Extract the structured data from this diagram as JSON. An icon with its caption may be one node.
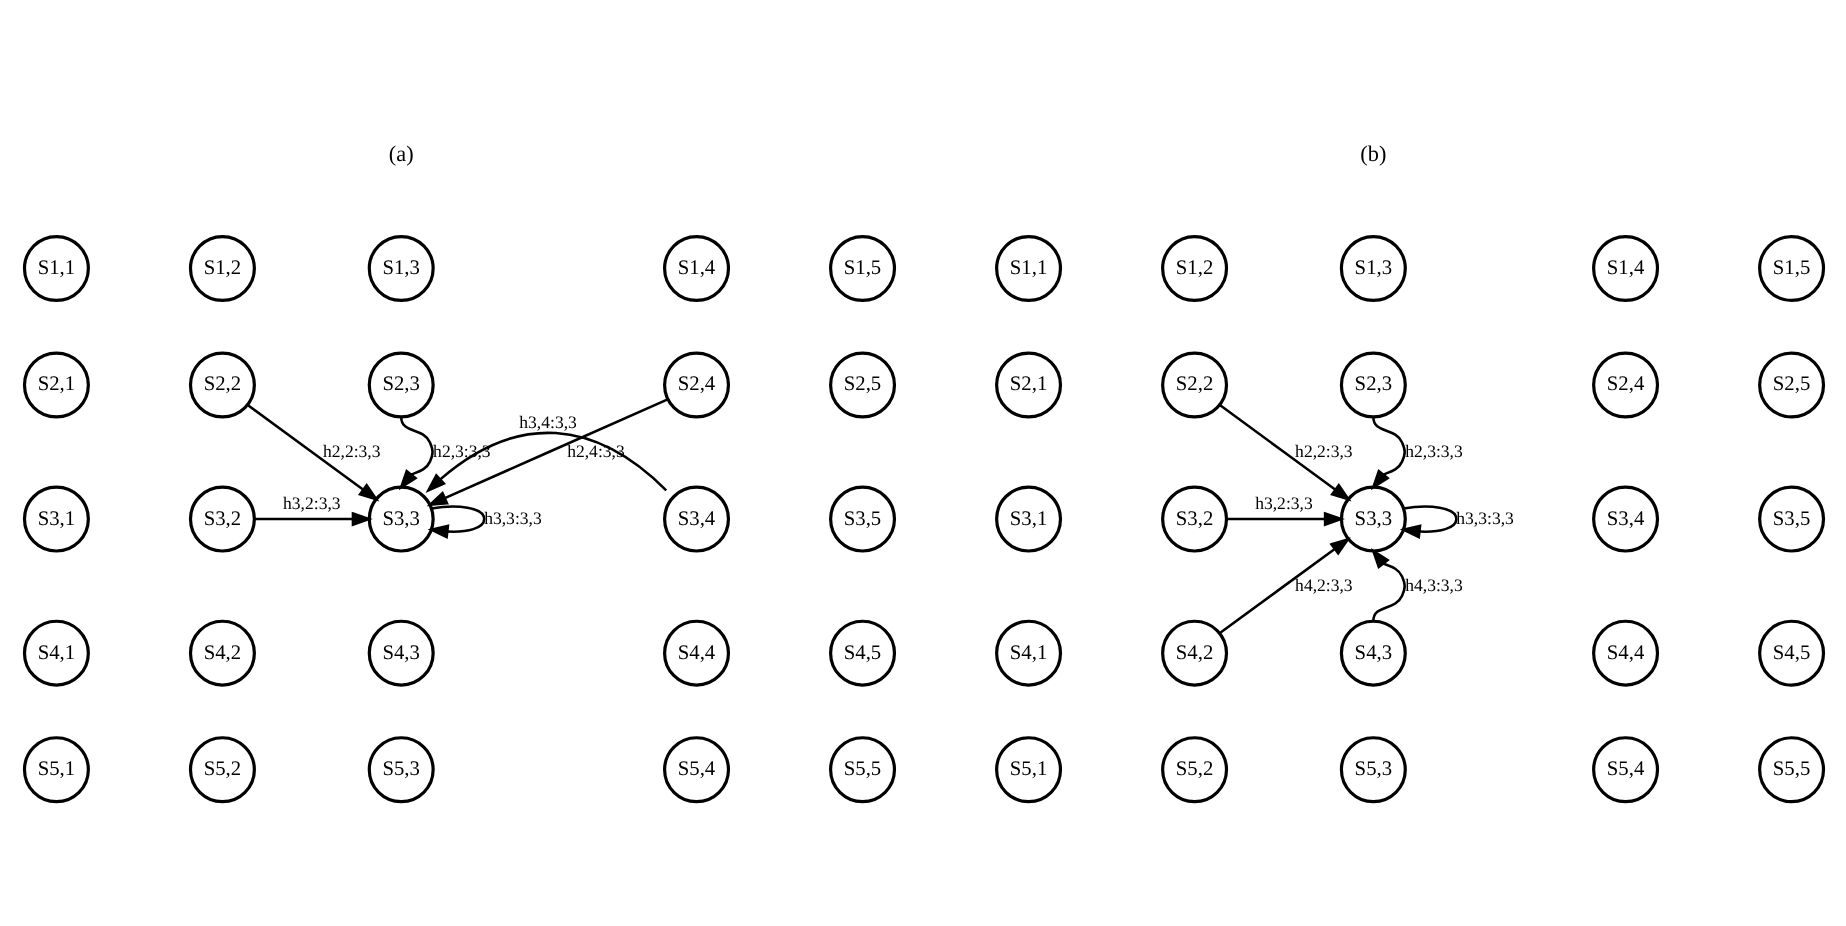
{
  "diagram": {
    "nodes": [
      {
        "text": [
          "S1,1"
        ]
      },
      {
        "text": [
          "S1,2"
        ]
      },
      {
        "text": [
          "S1,3"
        ]
      },
      {
        "text": [
          "S1,4"
        ]
      },
      {
        "text": [
          "S1,5"
        ]
      },
      {
        "text": [
          "S2,1"
        ]
      },
      {
        "text": [
          "S2,2"
        ]
      },
      {
        "text": [
          "S2,3"
        ]
      },
      {
        "text": [
          "S2,4"
        ]
      },
      {
        "text": [
          "S2,5"
        ]
      },
      {
        "text": [
          "S3,1"
        ]
      },
      {
        "text": [
          "S3,2"
        ]
      },
      {
        "text": [
          "S3,3"
        ]
      },
      {
        "text": [
          "S3,4"
        ]
      },
      {
        "text": [
          "S3,5"
        ]
      },
      {
        "text": [
          "S4,1"
        ]
      },
      {
        "text": [
          "S4,2"
        ]
      },
      {
        "text": [
          "S4,3"
        ]
      },
      {
        "text": [
          "S4,4"
        ]
      },
      {
        "text": [
          "S4,5"
        ]
      },
      {
        "text": [
          "S5,1"
        ]
      },
      {
        "text": [
          "S5,2"
        ]
      },
      {
        "text": [
          "S5,3"
        ]
      },
      {
        "text": [
          "S5,4"
        ]
      },
      {
        "text": [
          "S5,5"
        ]
      },
      {
        "text": [
          "S1,1"
        ]
      },
      {
        "text": [
          "S1,2"
        ]
      },
      {
        "text": [
          "S1,3"
        ]
      },
      {
        "text": [
          "S1,4"
        ]
      },
      {
        "text": [
          "S1,5"
        ]
      },
      {
        "text": [
          "S2,1"
        ]
      },
      {
        "text": [
          "S2,2"
        ]
      },
      {
        "text": [
          "S2,3"
        ]
      },
      {
        "text": [
          "S2,4"
        ]
      },
      {
        "text": [
          "S2,5"
        ]
      },
      {
        "text": [
          "S3,1"
        ]
      },
      {
        "text": [
          "S3,2"
        ]
      },
      {
        "text": [
          "S3,3"
        ]
      },
      {
        "text": [
          "S3,4"
        ]
      },
      {
        "text": [
          "S3,5"
        ]
      },
      {
        "text": [
          "S4,1"
        ]
      },
      {
        "text": [
          "S4,2"
        ]
      },
      {
        "text": [
          "S4,3"
        ]
      },
      {
        "text": [
          "S4,4"
        ]
      },
      {
        "text": [
          "S4,5"
        ]
      },
      {
        "text": [
          "S5,1"
        ]
      },
      {
        "text": [
          "S5,2"
        ]
      },
      {
        "text": [
          "S5,3"
        ]
      },
      {
        "text": [
          "S5,4"
        ]
      },
      {
        "text": [
          "S5,5"
        ]
      }
    ],
    "edges": [
      {
        "from": 6,
        "to": 12,
        "arrow": "to",
        "label": "h2,2:3,3"
      },
      {
        "from": 7,
        "to": 12,
        "arrow": "to",
        "label": "h2,3:3,3"
      },
      {
        "from": 8,
        "to": 12,
        "arrow": "to",
        "label": "h2,4:3,3"
      },
      {
        "from": 11,
        "to": 12,
        "arrow": "to",
        "label": "h3,2:3,3"
      },
      {
        "from": 13,
        "to": 12,
        "arrow": "to",
        "label": "h3,4:3,3"
      },
      {
        "from": 12,
        "to": 12,
        "arrow": "to",
        "label": "h3,3:3,3"
      },
      {
        "from": 31,
        "to": 37,
        "arrow": "to",
        "label": "h2,2:3,3"
      },
      {
        "from": 32,
        "to": 37,
        "arrow": "to",
        "label": "h2,3:3,3"
      },
      {
        "from": 36,
        "to": 37,
        "arrow": "to",
        "label": "h3,2:3,3"
      },
      {
        "from": 37,
        "to": 37,
        "arrow": "to",
        "label": "h3,3:3,3"
      },
      {
        "from": 41,
        "to": 37,
        "arrow": "to",
        "label": "h4,2:3,3"
      },
      {
        "from": 42,
        "to": 37,
        "arrow": "to",
        "label": "h4,3:3,3"
      }
    ],
    "labels": [
      "(a)",
      "(b)"
    ]
  }
}
